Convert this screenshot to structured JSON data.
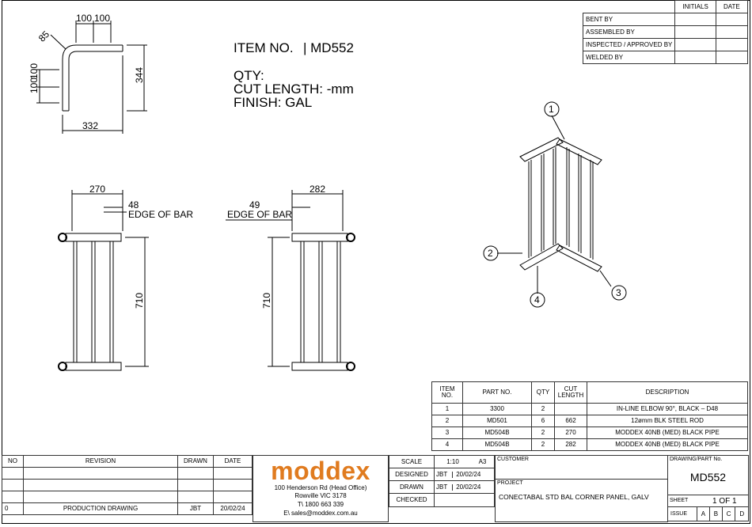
{
  "header": {
    "item_no_label": "ITEM NO.",
    "item_no_value": "| MD552",
    "qty": "QTY:",
    "cut_length": "CUT LENGTH: -mm",
    "finish": "FINISH: GAL"
  },
  "signoff": {
    "col_initials": "INITIALS",
    "col_date": "DATE",
    "rows": [
      "BENT BY",
      "ASSEMBLED BY",
      "INSPECTED / APPROVED BY",
      "WELDED BY"
    ]
  },
  "dimensions": {
    "top_view": {
      "d1": "100",
      "d2": "100",
      "radius": "85",
      "left1": "100",
      "left2": "100",
      "height": "344",
      "width": "332"
    },
    "left_view": {
      "width": "270",
      "offset": "48",
      "edge_label": "EDGE OF BAR",
      "height": "710"
    },
    "right_view": {
      "width": "282",
      "offset": "49",
      "edge_label": "EDGE OF BAR",
      "height": "710"
    }
  },
  "balloons": [
    "1",
    "2",
    "3",
    "4"
  ],
  "bom": {
    "headers": {
      "item": "ITEM NO.",
      "part": "PART NO.",
      "qty": "QTY",
      "cut": "CUT LENGTH",
      "desc": "DESCRIPTION"
    },
    "rows": [
      {
        "item": "1",
        "part": "3300",
        "qty": "2",
        "cut": "",
        "desc": "IN-LINE ELBOW 90°, BLACK – D48"
      },
      {
        "item": "2",
        "part": "MD501",
        "qty": "6",
        "cut": "662",
        "desc": "12ømm BLK STEEL ROD"
      },
      {
        "item": "3",
        "part": "MD504B",
        "qty": "2",
        "cut": "270",
        "desc": "MODDEX 40NB (MED) BLACK PIPE"
      },
      {
        "item": "4",
        "part": "MD504B",
        "qty": "2",
        "cut": "282",
        "desc": "MODDEX 40NB (MED) BLACK PIPE"
      }
    ]
  },
  "revision": {
    "headers": {
      "no": "NO",
      "revision": "REVISION",
      "drawn": "DRAWN",
      "date": "DATE"
    },
    "rows": [
      {
        "no": "0",
        "revision": "PRODUCTION DRAWING",
        "drawn": "JBT",
        "date": "20/02/24"
      }
    ]
  },
  "company": {
    "logo": "moddex",
    "address1": "100 Henderson Rd (Head Office)",
    "address2": "Rowville VIC 3178",
    "phone": "T\\ 1800 663 339",
    "email": "E\\ sales@moddex.com.au",
    "brand_color": "#e07b1f"
  },
  "titleblock": {
    "scale_label": "SCALE",
    "scale_value": "1:10",
    "sheet_size": "A3",
    "designed_label": "DESIGNED",
    "designed_by": "JBT",
    "designed_date": "20/02/24",
    "drawn_label": "DRAWN",
    "drawn_by": "JBT",
    "drawn_date": "20/02/24",
    "checked_label": "CHECKED",
    "customer_label": "CUSTOMER",
    "project_label": "PROJECT",
    "project_value": "CONECTABAL STD BAL CORNER PANEL, GALV",
    "drawing_no_label": "DRAWING/PART No.",
    "drawing_no": "MD552",
    "sheet_label": "SHEET",
    "sheet_value": "1 OF 1",
    "issue_label": "ISSUE",
    "issues": [
      "A",
      "B",
      "C",
      "D"
    ]
  }
}
